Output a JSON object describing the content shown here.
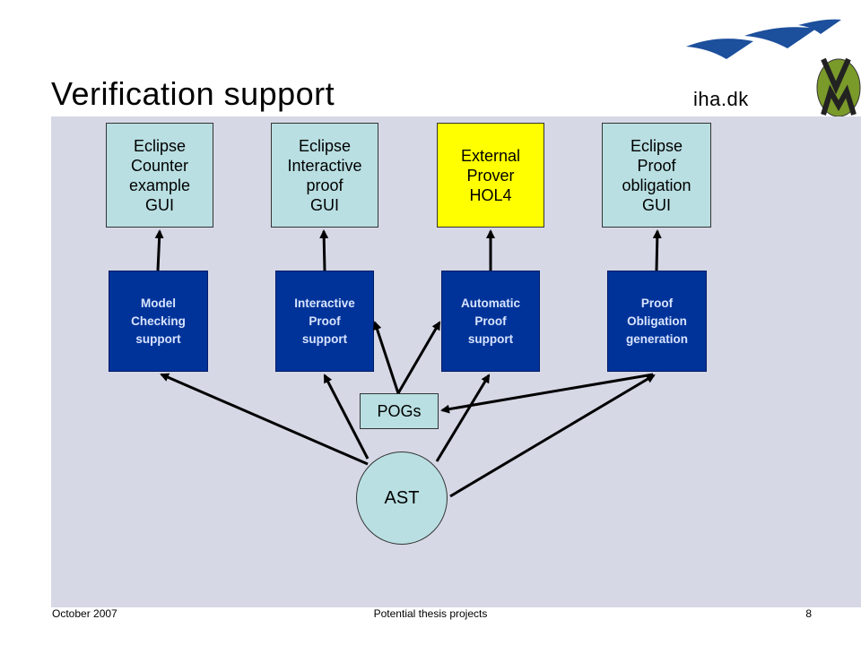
{
  "slide": {
    "title": "Verification support",
    "footer_left": "October 2007",
    "footer_center": "Potential thesis projects",
    "page_number": "8",
    "logo_text": "iha.dk"
  },
  "diagram": {
    "gui_boxes": [
      {
        "id": "counterexample-gui",
        "label": "Eclipse\nCounter\nexample\nGUI"
      },
      {
        "id": "interactive-proof-gui",
        "label": "Eclipse\nInteractive\nproof\nGUI"
      },
      {
        "id": "external-prover",
        "label": "External\nProver\nHOL4"
      },
      {
        "id": "proof-obligation-gui",
        "label": "Eclipse\nProof\nobligation\nGUI"
      }
    ],
    "modules": [
      {
        "id": "model-checking",
        "label": "Model\nChecking\nsupport"
      },
      {
        "id": "interactive-proof",
        "label": "Interactive\nProof\nsupport"
      },
      {
        "id": "automatic-proof",
        "label": "Automatic\nProof\nsupport"
      },
      {
        "id": "proof-obligation",
        "label": "Proof\nObligation\ngeneration"
      }
    ],
    "pogs_label": "POGs",
    "ast_label": "AST"
  }
}
